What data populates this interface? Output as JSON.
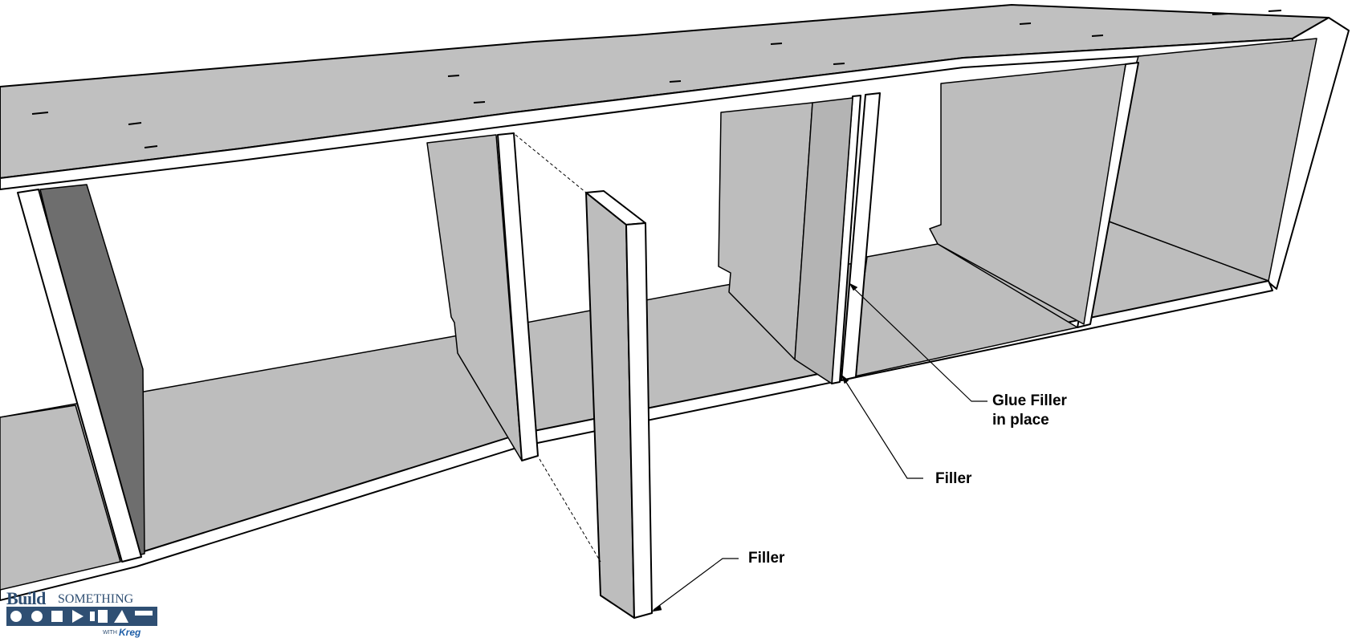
{
  "callouts": {
    "glue_filler_line1": "Glue Filler",
    "glue_filler_line2": "in place",
    "filler_middle": "Filler",
    "filler_lower": "Filler"
  },
  "logo": {
    "build": "Build",
    "something": "SOMETHING",
    "with": "WITH",
    "kreg": "Kreg"
  },
  "colors": {
    "panel_top": "#c0c0c0",
    "panel_light": "#bdbdbd",
    "panel_dark": "#6e6e6e",
    "edge": "#000000",
    "background": "#ffffff"
  }
}
